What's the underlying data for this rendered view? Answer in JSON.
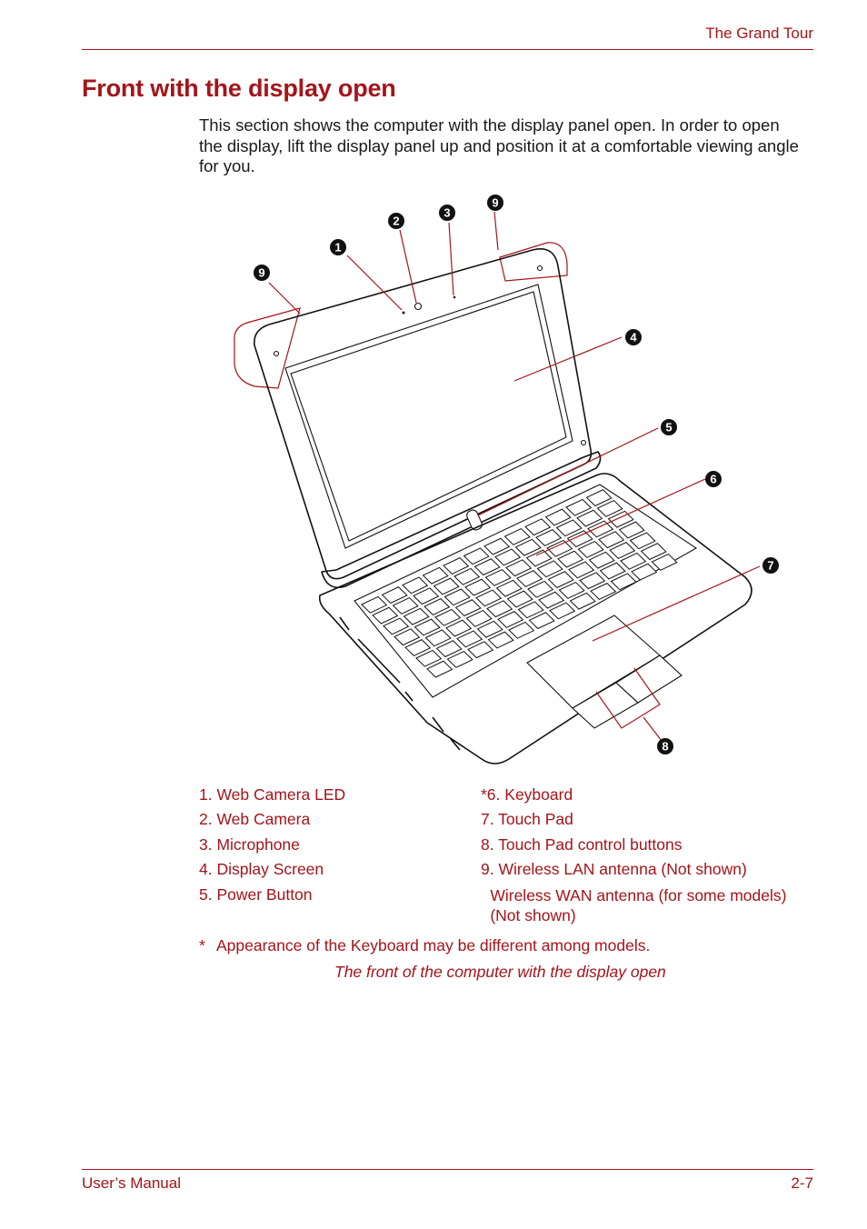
{
  "header": {
    "section": "The Grand Tour"
  },
  "page": {
    "title": "Front with the display open",
    "intro": "This section shows the computer with the display panel open. In order to open the display, lift the display panel up and position it at a comfortable viewing angle for you."
  },
  "figure": {
    "callouts": [
      "1",
      "2",
      "3",
      "4",
      "5",
      "6",
      "7",
      "8",
      "9",
      "9"
    ],
    "legend_left": [
      "1. Web Camera LED",
      "2. Web Camera",
      "3. Microphone",
      "4. Display Screen",
      "5. Power Button"
    ],
    "legend_right": [
      "*6. Keyboard",
      "7. Touch Pad",
      "8. Touch Pad control buttons",
      "9. Wireless LAN antenna (Not shown)"
    ],
    "legend_continuation": [
      "Wireless WAN antenna (for some models)",
      "(Not shown)"
    ],
    "note_marker": "*",
    "note": "Appearance of the Keyboard may be different among models.",
    "caption": "The front of the computer with the display open"
  },
  "footer": {
    "left": "User’s Manual",
    "right": "2-7"
  },
  "colors": {
    "accent": "#a5141a",
    "text": "#1a1a1a"
  }
}
